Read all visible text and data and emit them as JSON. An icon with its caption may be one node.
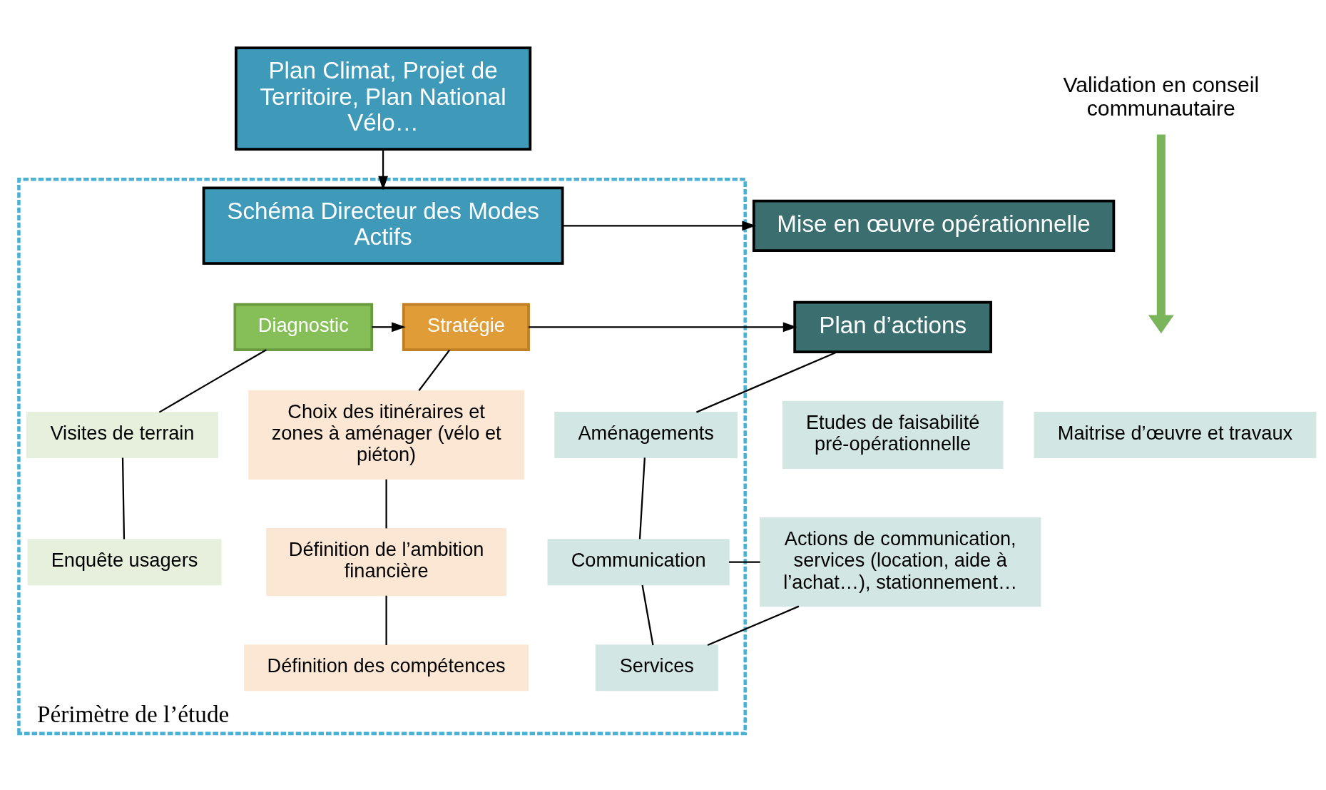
{
  "diagram": {
    "nodes": [
      {
        "text": [
          "Plan Climat, Projet de Territoire, Plan National Vélo…"
        ]
      },
      {
        "text": [
          "Validation en conseil communautaire"
        ]
      },
      {
        "text": [
          "Périmètre de l’étude"
        ]
      },
      {
        "text": [
          "Schéma Directeur des Modes Actifs"
        ],
        "in": 2
      },
      {
        "text": [
          "Mise en œuvre opérationnelle"
        ]
      },
      {
        "text": [
          "Diagnostic"
        ],
        "in": 2
      },
      {
        "text": [
          "Stratégie"
        ],
        "in": 2
      },
      {
        "text": [
          "Plan d’actions"
        ]
      },
      {
        "text": [
          "Visites de terrain"
        ],
        "in": 2
      },
      {
        "text": [
          "Enquête usagers"
        ],
        "in": 2
      },
      {
        "text": [
          "Choix des itinéraires et zones à aménager (vélo et piéton)"
        ],
        "in": 2
      },
      {
        "text": [
          "Définition de l’ambition financière"
        ],
        "in": 2
      },
      {
        "text": [
          "Définition des compétences"
        ],
        "in": 2
      },
      {
        "text": [
          "Aménagements"
        ],
        "in": 2
      },
      {
        "text": [
          "Communication"
        ],
        "in": 2
      },
      {
        "text": [
          "Services"
        ],
        "in": 2
      },
      {
        "text": [
          "Etudes de faisabilité pré-opérationnelle"
        ]
      },
      {
        "text": [
          "Maitrise d’œuvre et travaux"
        ]
      },
      {
        "text": [
          "Actions de communication, services (location, aide à l’achat…), stationnement…"
        ]
      }
    ],
    "edges": [
      {
        "from": 0,
        "to": 3,
        "arrow": "to"
      },
      {
        "from": 1,
        "to": null,
        "arrow": "to",
        "style": "thick",
        "color": "#7ab55c"
      },
      {
        "from": 3,
        "to": 4,
        "arrow": "to"
      },
      {
        "from": 5,
        "to": 6,
        "arrow": "to"
      },
      {
        "from": 6,
        "to": 7,
        "arrow": "to"
      },
      {
        "from": 5,
        "to": 8,
        "arrow": "none"
      },
      {
        "from": 8,
        "to": 9,
        "arrow": "none"
      },
      {
        "from": 6,
        "to": 10,
        "arrow": "none"
      },
      {
        "from": 10,
        "to": 11,
        "arrow": "none"
      },
      {
        "from": 11,
        "to": 12,
        "arrow": "none"
      },
      {
        "from": 7,
        "to": 13,
        "arrow": "none"
      },
      {
        "from": 13,
        "to": 14,
        "arrow": "none"
      },
      {
        "from": 14,
        "to": 15,
        "arrow": "none"
      },
      {
        "from": 14,
        "to": 18,
        "arrow": "none"
      },
      {
        "from": 15,
        "to": 18,
        "arrow": "none"
      }
    ]
  }
}
